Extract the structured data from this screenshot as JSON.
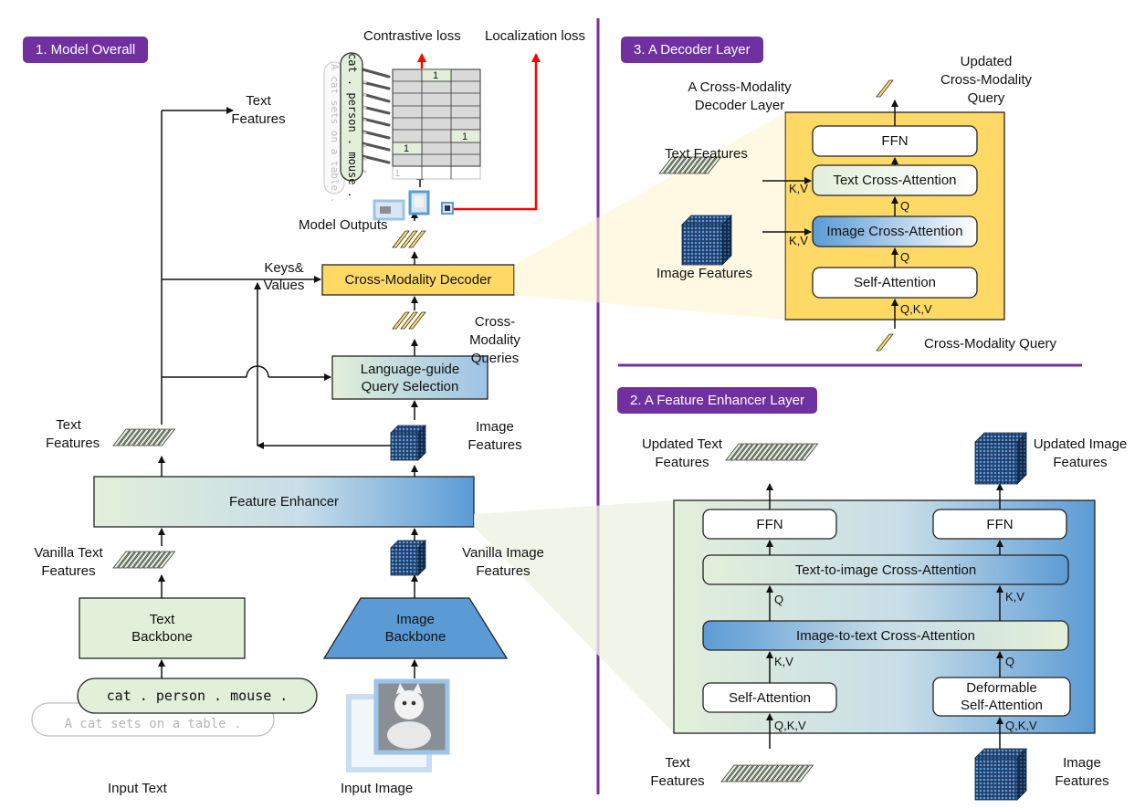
{
  "sections": {
    "model_overall": "1. Model Overall",
    "decoder_layer": "3. A Decoder Layer",
    "feature_enhancer_layer": "2. A Feature Enhancer Layer"
  },
  "model": {
    "contrastive_loss": "Contrastive loss",
    "localization_loss": "Localization loss",
    "text_features_top": "Text\nFeatures",
    "model_outputs": "Model Outputs",
    "keys_values": "Keys&\nValues",
    "cross_modality_decoder": "Cross-Modality Decoder",
    "cross_modality_queries": "Cross-Modality\nQueries",
    "query_selection": "Language-guide\nQuery Selection",
    "image_features": "Image\nFeatures",
    "text_features": "Text\nFeatures",
    "feature_enhancer": "Feature Enhancer",
    "vanilla_text_features": "Vanilla Text\nFeatures",
    "vanilla_image_features": "Vanilla Image\nFeatures",
    "text_backbone": "Text\nBackbone",
    "image_backbone": "Image\nBackbone",
    "prompt_main": "cat . person . mouse .",
    "prompt_alt": "A cat sets on a table .",
    "input_text": "Input Text",
    "input_image": "Input Image",
    "matrix_one": "1",
    "rot_main": "cat . person . mouse .",
    "rot_alt": "A cat sets on a table ."
  },
  "decoder": {
    "title": "A Cross-Modality\nDecoder Layer",
    "updated_query": "Updated\nCross-Modality\nQuery",
    "ffn": "FFN",
    "text_cross_attention": "Text Cross-Attention",
    "image_cross_attention": "Image Cross-Attention",
    "self_attention": "Self-Attention",
    "text_features": "Text Features",
    "image_features": "Image Features",
    "cross_modality_query": "Cross-Modality Query",
    "kv": "K,V",
    "q": "Q",
    "qkv": "Q,K,V"
  },
  "enhancer": {
    "updated_text_features": "Updated Text\nFeatures",
    "updated_image_features": "Updated Image\nFeatures",
    "ffn": "FFN",
    "t2i": "Text-to-image Cross-Attention",
    "i2t": "Image-to-text Cross-Attention",
    "self_attention": "Self-Attention",
    "deformable": "Deformable\nSelf-Attention",
    "text_features": "Text\nFeatures",
    "image_features": "Image\nFeatures",
    "q": "Q",
    "kv": "K,V",
    "qkv": "Q,K,V"
  },
  "colors": {
    "purple": "#7030a0",
    "decoder_yellow": "#ffd966",
    "text_green": "#e2efd9",
    "image_blue": "#5b9bd5",
    "red": "#ff0000"
  }
}
